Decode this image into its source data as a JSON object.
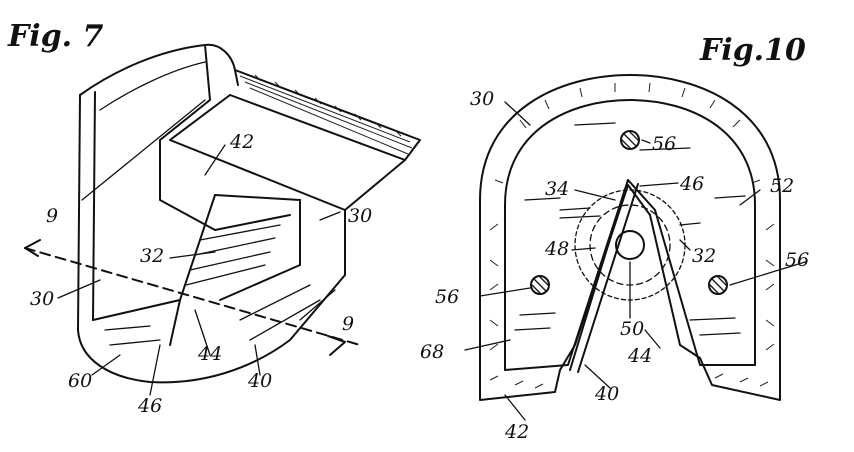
{
  "figures": [
    {
      "title": "Fig. 7",
      "labels": [
        "42",
        "30",
        "9",
        "32",
        "30",
        "9",
        "44",
        "60",
        "40",
        "46"
      ]
    },
    {
      "title": "Fig.10",
      "labels": [
        "30",
        "56",
        "34",
        "46",
        "52",
        "48",
        "32",
        "56",
        "56",
        "50",
        "68",
        "44",
        "40",
        "42"
      ]
    }
  ]
}
